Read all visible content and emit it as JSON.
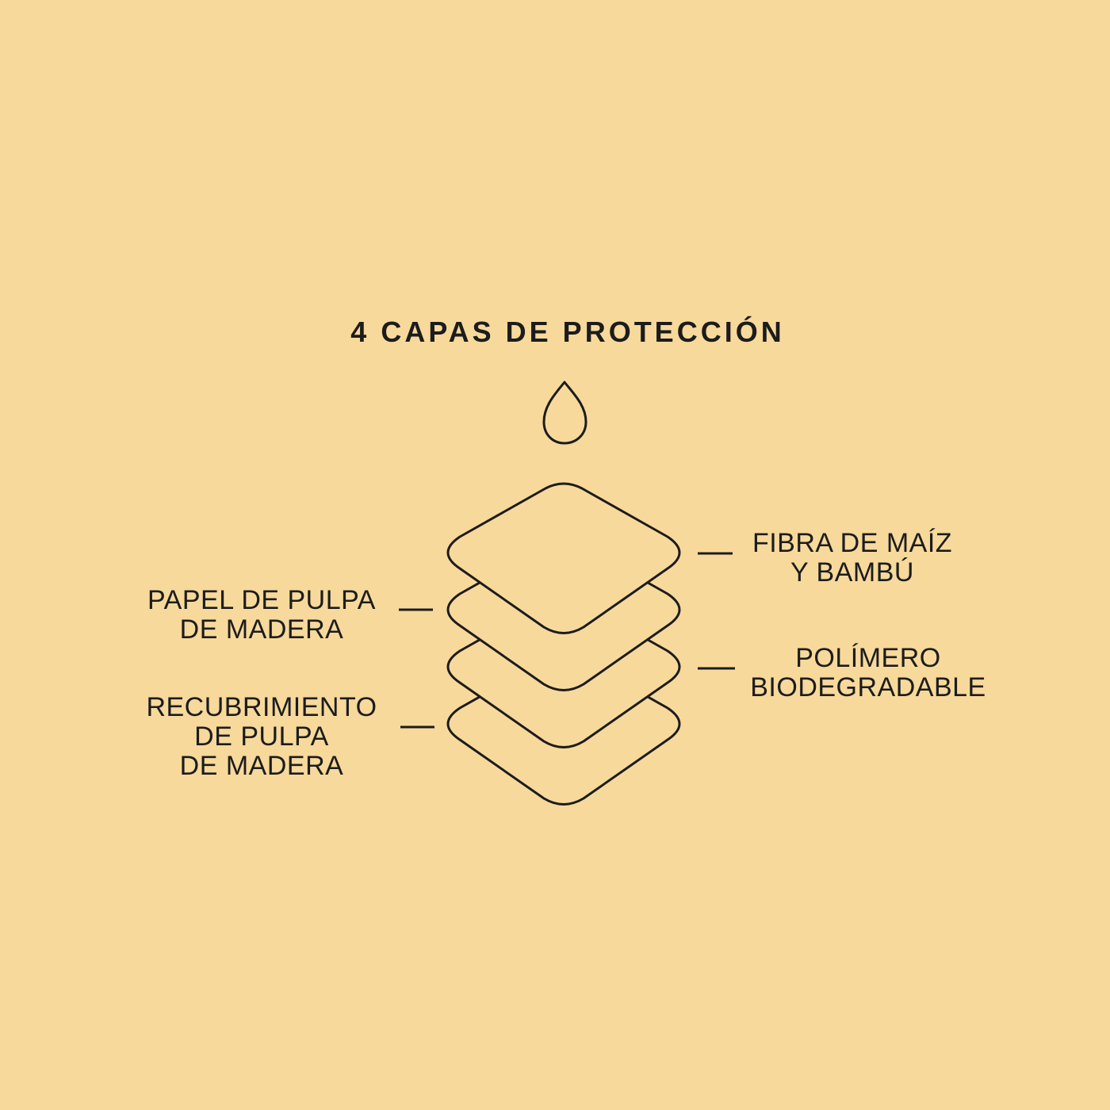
{
  "title": "4 CAPAS DE PROTECCIÓN",
  "labels": {
    "layer1": [
      "FIBRA DE MAÍZ",
      "Y BAMBÚ"
    ],
    "layer2": [
      "PAPEL DE PULPA",
      "DE MADERA"
    ],
    "layer3": [
      "POLÍMERO",
      "BIODEGRADABLE"
    ],
    "layer4": [
      "RECUBRIMIENTO",
      "DE PULPA",
      "DE MADERA"
    ]
  },
  "colors": {
    "background": "#f7d99b",
    "ink": "#1c1c1c"
  }
}
